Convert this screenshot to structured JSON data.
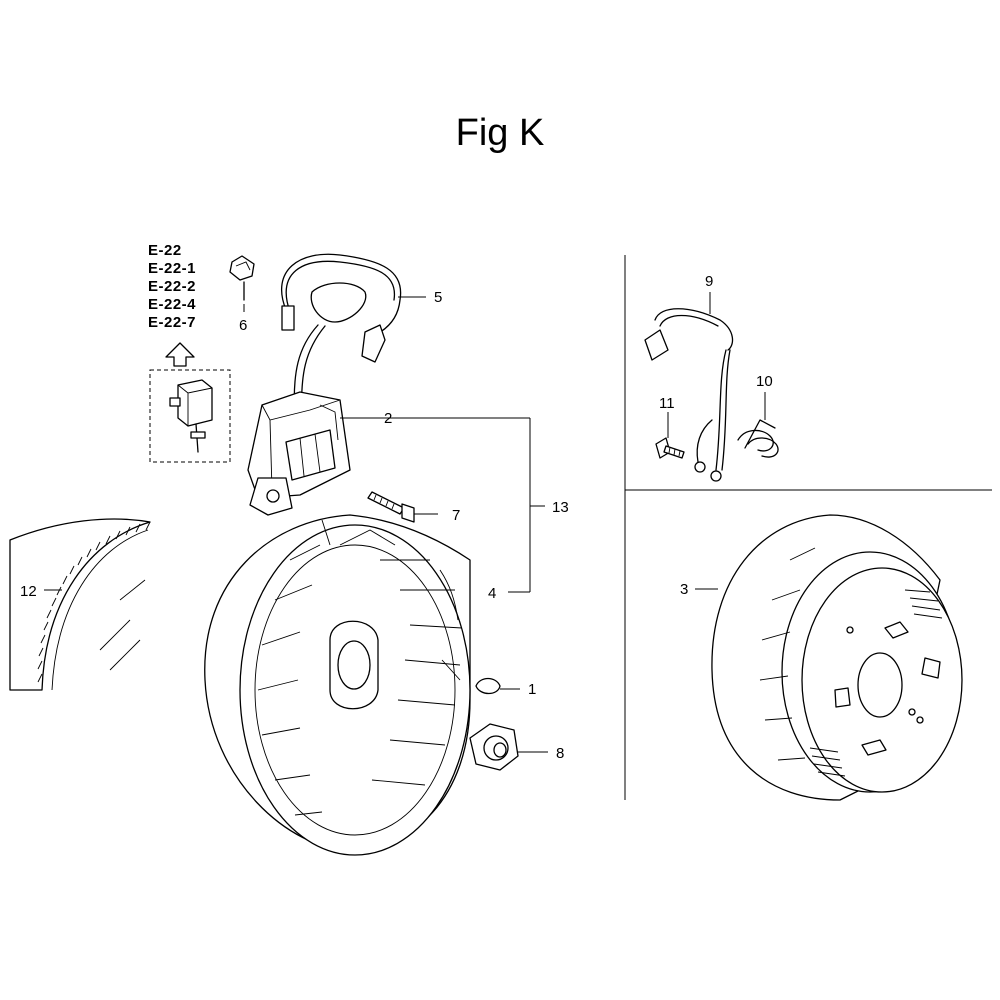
{
  "title": "Fig K",
  "reference_figures": [
    "E-22",
    "E-22-1",
    "E-22-2",
    "E-22-4",
    "E-22-7"
  ],
  "callouts": {
    "c1": "1",
    "c2": "2",
    "c3": "3",
    "c4": "4",
    "c5": "5",
    "c6": "6",
    "c7": "7",
    "c8": "8",
    "c9": "9",
    "c10": "10",
    "c11": "11",
    "c12": "12",
    "c13": "13"
  }
}
